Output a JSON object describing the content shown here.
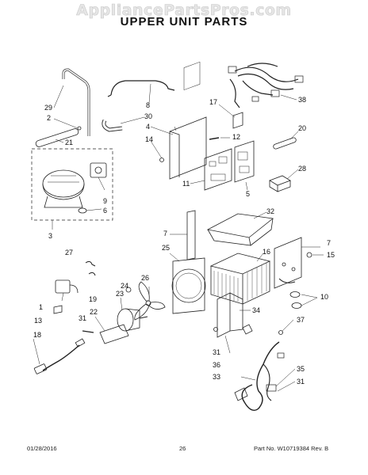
{
  "watermark": "AppliancePartsPros.com",
  "title": "UPPER UNIT PARTS",
  "callouts": [
    "29",
    "2",
    "21",
    "30",
    "8",
    "4",
    "14",
    "12",
    "17",
    "38",
    "20",
    "11",
    "5",
    "28",
    "9",
    "6",
    "3",
    "32",
    "7",
    "25",
    "16",
    "7",
    "15",
    "10",
    "27",
    "26",
    "24",
    "1",
    "19",
    "23",
    "13",
    "31",
    "22",
    "18",
    "34",
    "31",
    "36",
    "33",
    "37",
    "35",
    "31"
  ],
  "footer": {
    "date": "01/28/2016",
    "page": "26",
    "part_no": "Part No.  W10719384   Rev.  B"
  }
}
